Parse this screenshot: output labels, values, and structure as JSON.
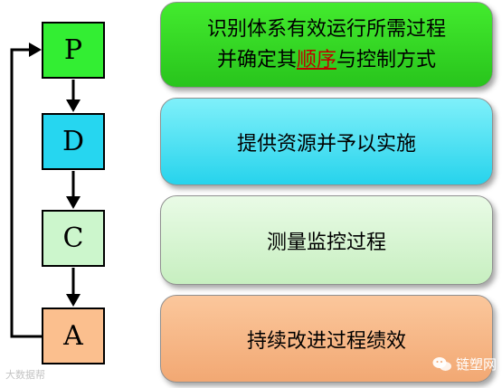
{
  "stages": [
    {
      "letter": "P",
      "color": "#33ee33"
    },
    {
      "letter": "D",
      "color": "#26d6f0"
    },
    {
      "letter": "C",
      "color": "#ccf6cc"
    },
    {
      "letter": "A",
      "color": "#fbbf8e"
    }
  ],
  "descriptions": {
    "plan": {
      "line1": "识别体系有效运行所需过程",
      "line2_before": "并确定其",
      "line2_highlight": "顺序",
      "line2_after": "与控制方式"
    },
    "do": "提供资源并予以实施",
    "check": "测量监控过程",
    "act": "持续改进过程绩效"
  },
  "watermarks": {
    "left": "大数据帮",
    "right": "链塑网"
  },
  "colors": {
    "highlight_text": "#c00000",
    "arrow": "#000000"
  }
}
